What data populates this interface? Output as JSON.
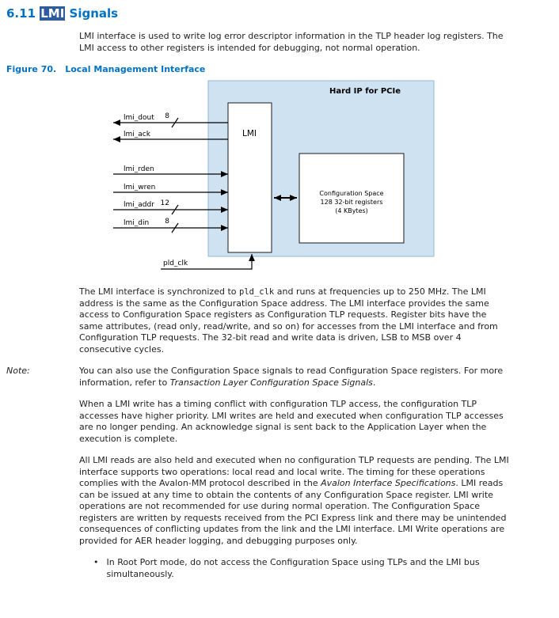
{
  "heading": {
    "pre": "6.11 ",
    "highlighted": "LMI",
    "rest": " Signals"
  },
  "intro": "LMI interface is used to write log error descriptor information in the TLP header log registers. The LMI access to other registers is intended for debugging, not normal operation.",
  "figure": {
    "label": "Figure 70.",
    "title": "Local Management Interface"
  },
  "diagram": {
    "title": "Hard IP for PCIe",
    "lmi_label": "LMI",
    "config_lines": [
      "Configuration Space",
      "128 32-bit registers",
      "(4 KBytes)"
    ],
    "signals": [
      {
        "name": "lmi_dout",
        "width": "8",
        "direction": "out"
      },
      {
        "name": "lmi_ack",
        "direction": "out"
      },
      {
        "name": "lmi_rden",
        "direction": "in"
      },
      {
        "name": "lmi_wren",
        "direction": "in"
      },
      {
        "name": "lmi_addr",
        "width": "12",
        "direction": "in"
      },
      {
        "name": "lmi_din",
        "width": "8",
        "direction": "in"
      }
    ],
    "clock": "pld_clk"
  },
  "para1": {
    "a": "The LMI interface is synchronized to ",
    "code": "pld_clk",
    "b": " and runs at frequencies up to 250 MHz. The LMI address is the same as the Configuration Space address. The LMI interface provides the same access to Configuration Space registers as Configuration TLP requests. Register bits have the same attributes, (read only, read/write, and so on) for accesses from the LMI interface and from Configuration TLP requests. The 32-bit read and write data is driven, LSB to MSB over 4 consecutive cycles."
  },
  "note": {
    "label": "Note:",
    "a": "You can also use the Configuration Space signals to read Configuration Space registers. For more information, refer to ",
    "ref": "Transaction Layer Configuration Space Signals",
    "b": "."
  },
  "para2": "When a LMI write has a timing conflict with configuration TLP access, the configuration TLP accesses have higher priority. LMI writes are held and executed when configuration TLP accesses are no longer pending. An acknowledge signal is sent back to the Application Layer when the execution is complete.",
  "para3": {
    "a": "All LMI reads are also held and executed when no configuration TLP requests are pending. The LMI interface supports two operations: local read and local write. The timing for these operations complies with the Avalon-MM protocol described in the ",
    "ref": "Avalon Interface Specifications",
    "b": ". LMI reads can be issued at any time to obtain the contents of any Configuration Space register. LMI write operations are not recommended for use during normal operation. The Configuration Space registers are written by requests received from the PCI Express link and there may be unintended consequences of conflicting updates from the link and the LMI interface. LMI Write operations are provided for AER header logging, and debugging purposes only."
  },
  "bullet": {
    "marker": "•",
    "text": "In Root Port mode, do not access the Configuration Space using TLPs and the LMI bus simultaneously."
  },
  "colors": {
    "accent": "#0071c5",
    "highlight_bg": "#2d5b9b",
    "diagram_bg": "#cfe2f1"
  }
}
